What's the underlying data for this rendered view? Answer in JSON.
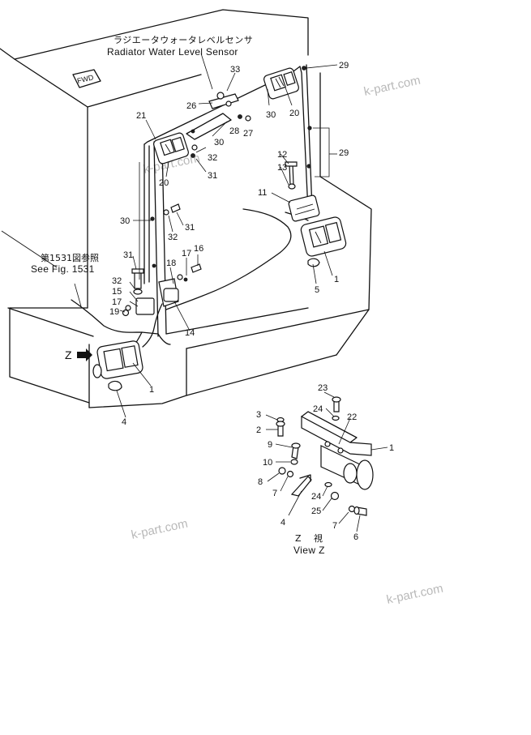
{
  "captions": {
    "sensor_jp": "ラジエータウォータレベルセンサ",
    "sensor_en": "Radiator Water Level Sensor",
    "fig_ref_jp": "第1531図参照",
    "fig_ref_en": "See Fig. 1531",
    "view_z_jp": "Z 視",
    "view_z_en": "View Z",
    "z_arrow": "Z",
    "fwd": "FWD"
  },
  "watermarks": [
    "k-part.com",
    "k-part.com",
    "k-part.com",
    "k-part.com"
  ],
  "main_callouts": [
    "33",
    "29",
    "26",
    "30",
    "20",
    "21",
    "28",
    "27",
    "30",
    "32",
    "29",
    "31",
    "12",
    "13",
    "20",
    "11",
    "30",
    "31",
    "32",
    "31",
    "18",
    "17",
    "16",
    "32",
    "15",
    "17",
    "19",
    "5",
    "1",
    "14",
    "1",
    "4"
  ],
  "view_callouts": [
    "23",
    "24",
    "22",
    "3",
    "2",
    "1",
    "9",
    "10",
    "8",
    "7",
    "24",
    "4",
    "25",
    "7",
    "6"
  ]
}
